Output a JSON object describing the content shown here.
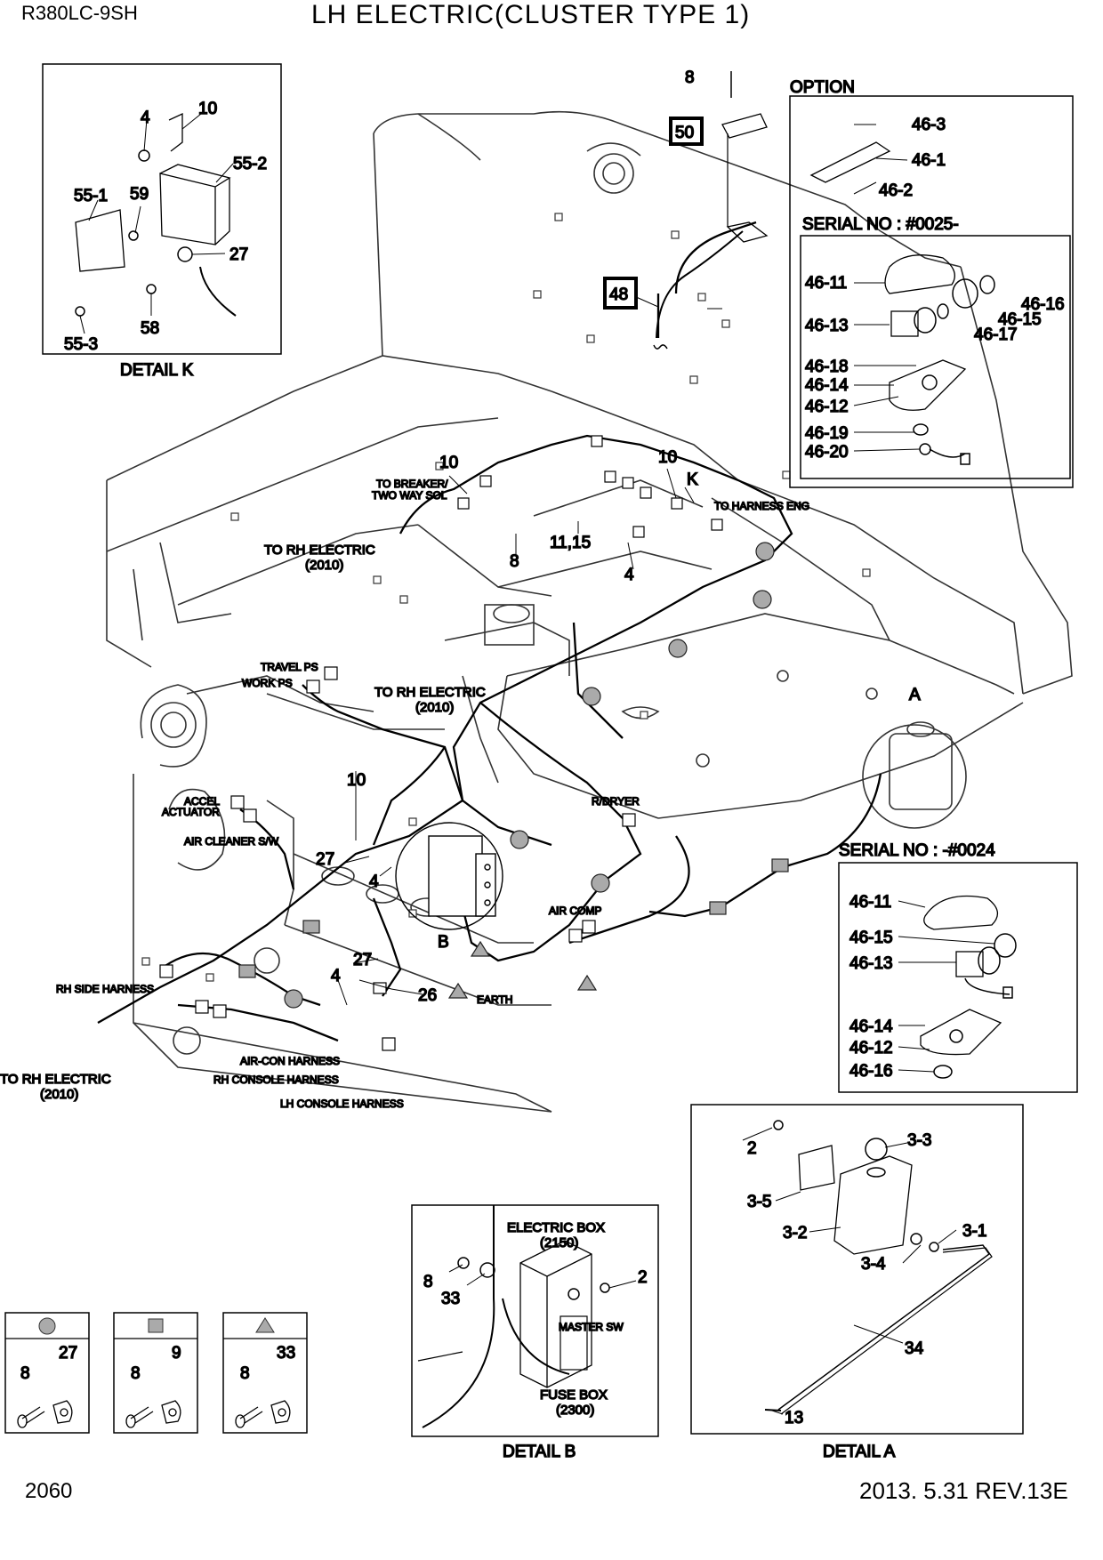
{
  "header": {
    "model": "R380LC-9SH",
    "title": "LH ELECTRIC(CLUSTER TYPE 1)"
  },
  "footer": {
    "page_number": "2060",
    "revision": "2013. 5.31  REV.13E"
  },
  "detail_k": {
    "caption": "DETAIL K",
    "labels": [
      "4",
      "10",
      "55-2",
      "55-1",
      "59",
      "27",
      "58",
      "55-3"
    ]
  },
  "option": {
    "title": "OPTION",
    "labels": [
      "8",
      "50",
      "46-3",
      "46-1",
      "46-2",
      "48"
    ],
    "serial_new": {
      "title": "SERIAL NO : #0025-",
      "labels": [
        "46-11",
        "46-16",
        "46-15",
        "46-13",
        "46-17",
        "46-18",
        "46-14",
        "46-12",
        "46-19",
        "46-20"
      ]
    }
  },
  "serial_old": {
    "title": "SERIAL NO : -#0024",
    "labels": [
      "46-11",
      "46-15",
      "46-13",
      "46-14",
      "46-12",
      "46-16"
    ]
  },
  "main": {
    "callouts": [
      "10",
      "10",
      "K",
      "8",
      "11,15",
      "4",
      "A",
      "10",
      "27",
      "4",
      "B",
      "27",
      "4",
      "26"
    ],
    "harness_labels": {
      "to_breaker": "TO BREAKER/",
      "two_way_sol": "TWO WAY SOL",
      "to_harness_eng": "TO HARNESS ENG",
      "to_rh_electric_1": "TO RH ELECTRIC",
      "code_1": "(2010)",
      "travel_ps": "TRAVEL PS",
      "work_ps": "WORK PS",
      "to_rh_electric_2": "TO RH ELECTRIC",
      "code_2": "(2010)",
      "r_dryer": "R/DRYER",
      "accel": "ACCEL",
      "actuator": "ACTUATOR",
      "air_cleaner": "AIR CLEANER S/W",
      "air_comp": "AIR COMP",
      "earth": "EARTH",
      "rh_side_harness": "RH SIDE HARNESS",
      "air_con_harness": "AIR-CON HARNESS",
      "rh_console_harness": "RH CONSOLE HARNESS",
      "lh_console_harness": "LH CONSOLE HARNESS",
      "to_rh_electric_3": "TO RH ELECTRIC",
      "code_3": "(2010)"
    }
  },
  "detail_b": {
    "caption": "DETAIL B",
    "electric_box": "ELECTRIC BOX",
    "electric_box_code": "(2150)",
    "master_sw": "MASTER SW",
    "fuse_box": "FUSE BOX",
    "fuse_box_code": "(2300)",
    "labels": [
      "8",
      "33",
      "2"
    ]
  },
  "detail_a": {
    "caption": "DETAIL A",
    "labels": [
      "2",
      "3-3",
      "3-5",
      "3-2",
      "3-1",
      "3-4",
      "34",
      "13"
    ]
  },
  "legend": [
    {
      "symbol": "circle",
      "labels": [
        "27",
        "8"
      ]
    },
    {
      "symbol": "square",
      "labels": [
        "9",
        "8"
      ]
    },
    {
      "symbol": "triangle",
      "labels": [
        "33",
        "8"
      ]
    }
  ]
}
